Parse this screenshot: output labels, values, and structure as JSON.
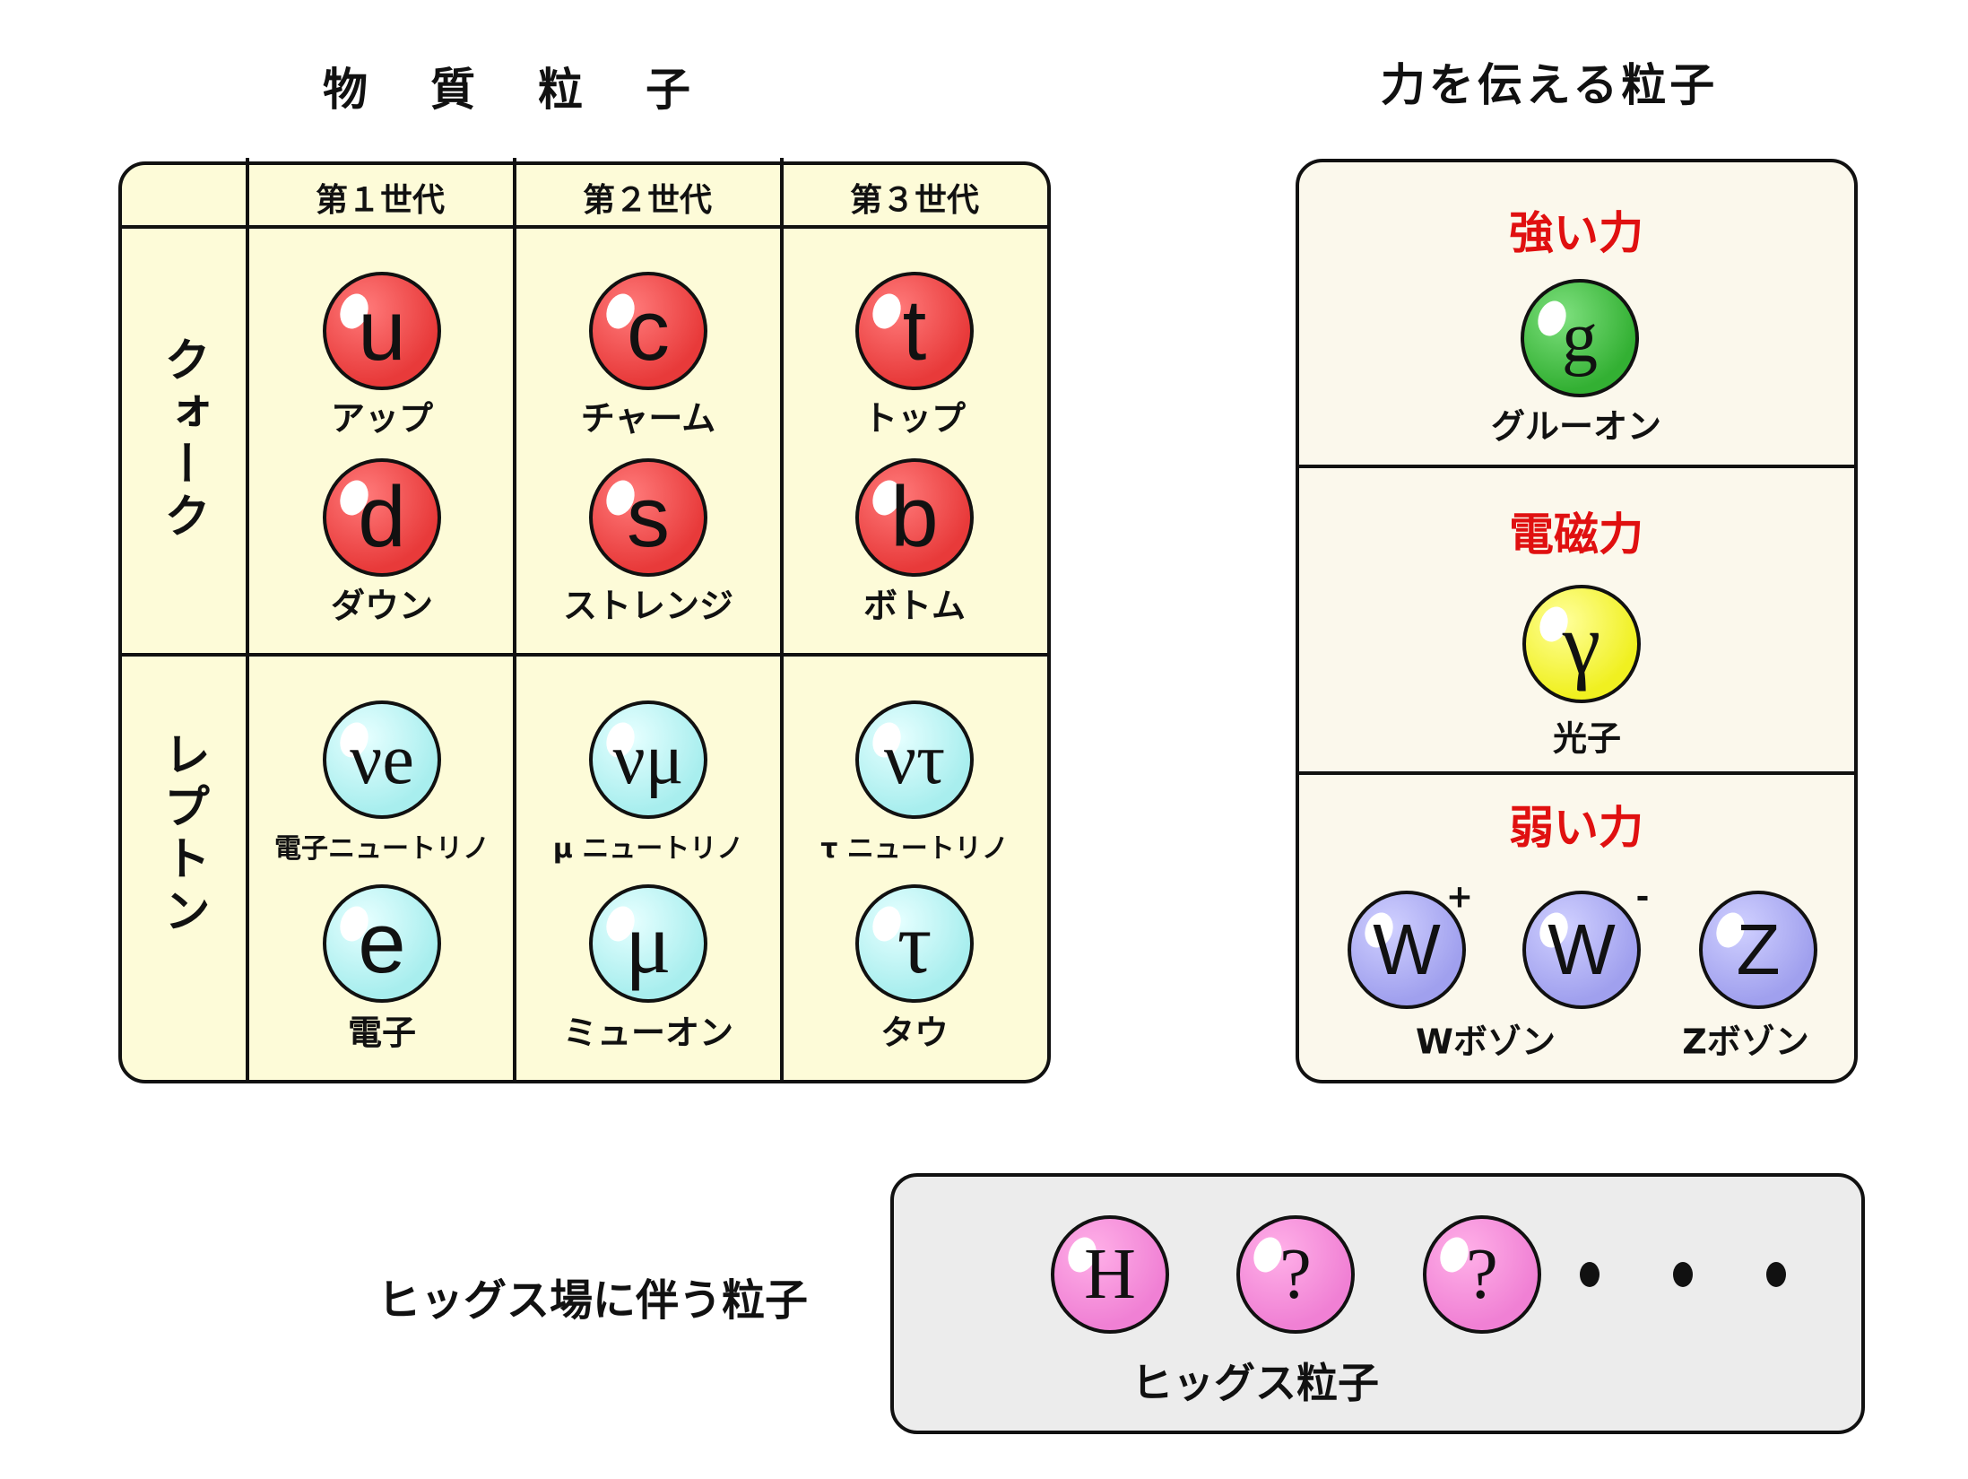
{
  "matter": {
    "title": "物質粒子",
    "generations": [
      "第１世代",
      "第２世代",
      "第３世代"
    ],
    "rows": {
      "quark": "クォーク",
      "lepton": "レプトン"
    },
    "quarks": [
      {
        "symbol": "u",
        "name": "アップ"
      },
      {
        "symbol": "c",
        "name": "チャーム"
      },
      {
        "symbol": "t",
        "name": "トップ"
      },
      {
        "symbol": "d",
        "name": "ダウン"
      },
      {
        "symbol": "s",
        "name": "ストレンジ"
      },
      {
        "symbol": "b",
        "name": "ボトム"
      }
    ],
    "leptons": [
      {
        "symbol": "νe",
        "name": "電子ニュートリノ"
      },
      {
        "symbol": "νμ",
        "name": "μ ニュートリノ"
      },
      {
        "symbol": "ντ",
        "name": "τ ニュートリノ"
      },
      {
        "symbol": "e",
        "name": "電子"
      },
      {
        "symbol": "μ",
        "name": "ミューオン"
      },
      {
        "symbol": "τ",
        "name": "タウ"
      }
    ]
  },
  "forces": {
    "title": "力を伝える粒子",
    "strong": {
      "label": "強い力",
      "symbol": "g",
      "name": "グルーオン"
    },
    "em": {
      "label": "電磁力",
      "symbol": "γ",
      "name": "光子"
    },
    "weak": {
      "label": "弱い力",
      "w_symbol": "W",
      "w_plus": "+",
      "w_minus": "-",
      "z_symbol": "Z",
      "w_name": "Wボゾン",
      "z_name": "Zボゾン"
    }
  },
  "higgs": {
    "label": "ヒッグス場に伴う粒子",
    "symbols": [
      "H",
      "?",
      "?"
    ],
    "name": "ヒッグス粒子"
  },
  "colors": {
    "quark": "#e83a3a",
    "lepton": "#a8eeee",
    "gluon": "#33b033",
    "photon": "#f0f020",
    "boson": "#a0a0ee",
    "higgs": "#f080d4",
    "force_label": "#e01010"
  }
}
